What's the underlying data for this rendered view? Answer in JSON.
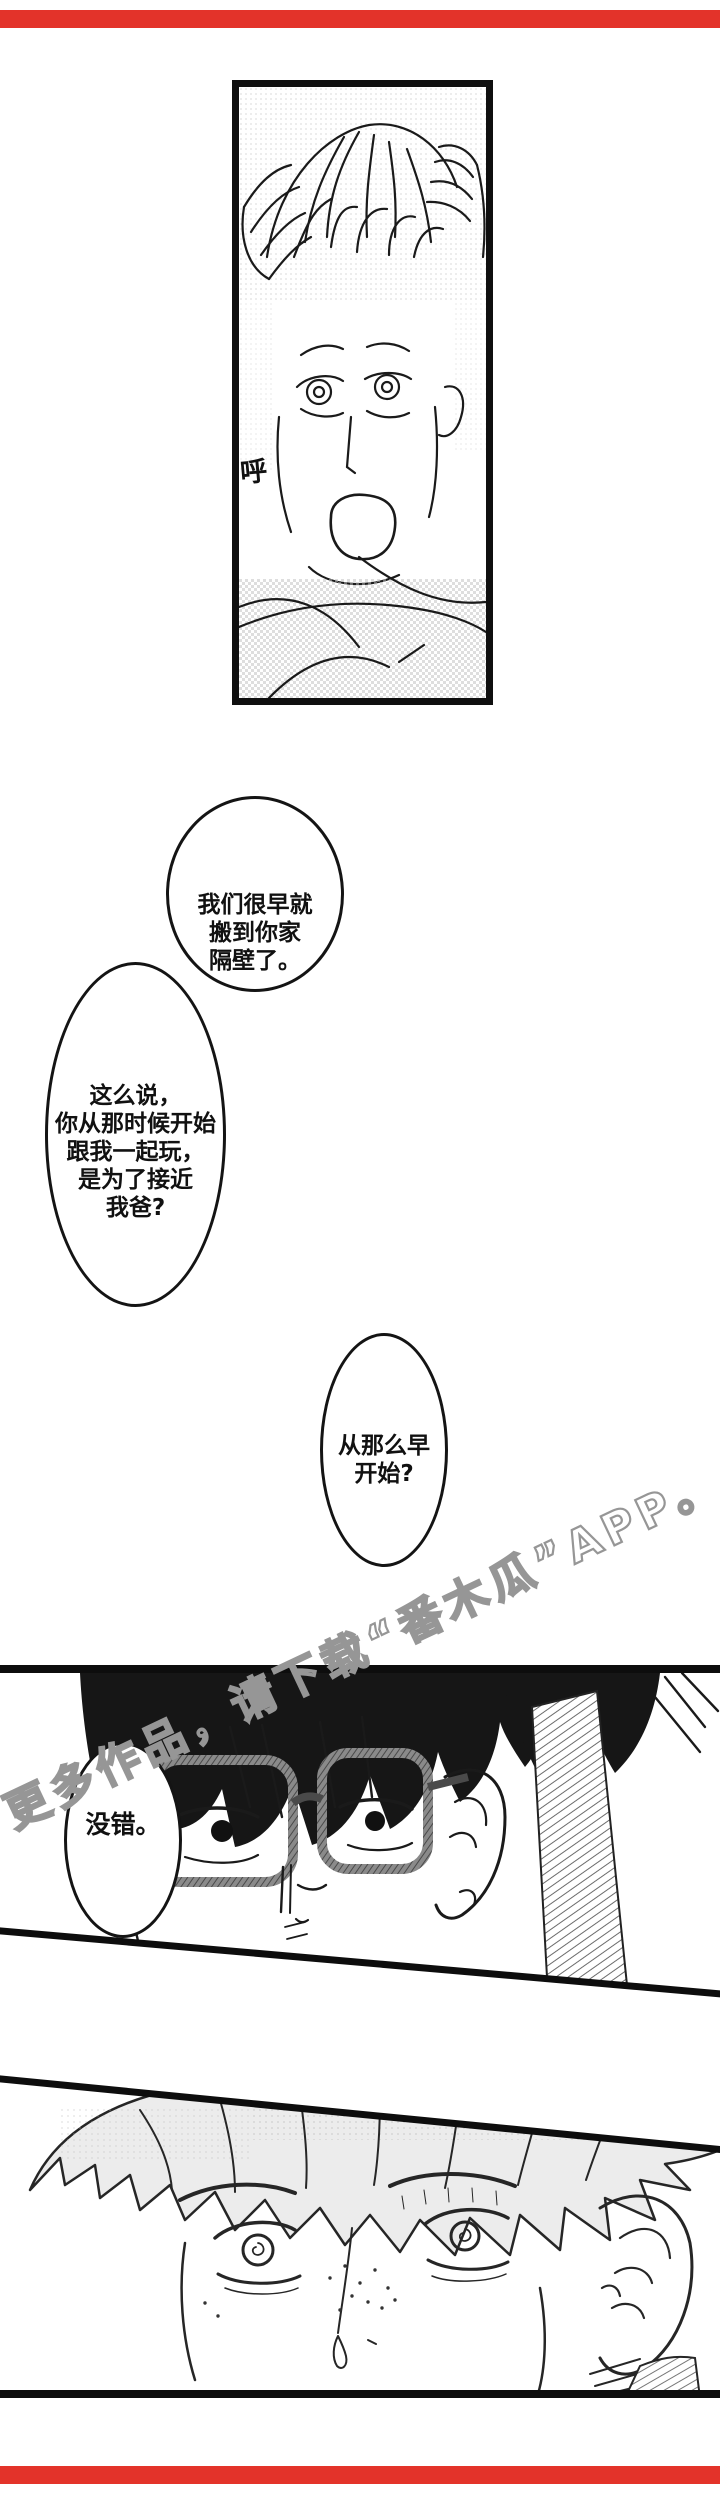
{
  "page": {
    "accent_red": "#e3332a",
    "ink_color": "#141414",
    "watermark_color": "#969696",
    "background": "#ffffff"
  },
  "sfx": {
    "text": "呼"
  },
  "bubbles": [
    {
      "speaker_hint": "bubble-top",
      "lines": [
        "我们很早就",
        "搬到你家",
        "隔壁了。"
      ]
    },
    {
      "speaker_hint": "bubble-large-left",
      "lines": [
        "这么说，",
        "你从那时候开始",
        "跟我一起玩，",
        "是为了接近",
        "我爸?"
      ]
    },
    {
      "speaker_hint": "bubble-middle",
      "lines": [
        "从那么早",
        "开始?"
      ]
    },
    {
      "speaker_hint": "bubble-glasses-man",
      "lines": [
        "没错。"
      ]
    }
  ],
  "watermark": {
    "text": "更多作品，请下载“番木瓜”APP。"
  }
}
